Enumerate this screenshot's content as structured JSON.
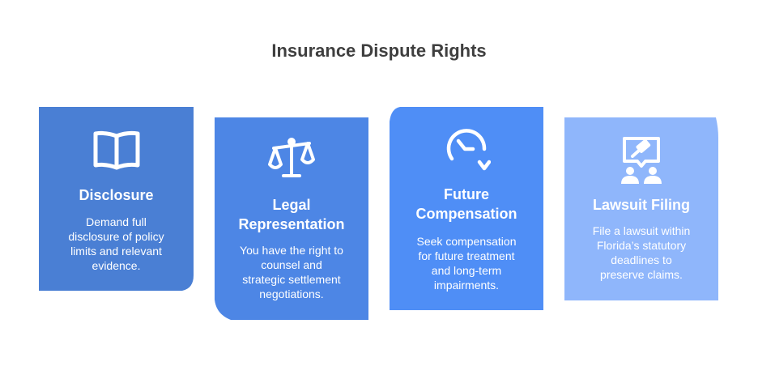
{
  "diagram": {
    "title": "Insurance Dispute Rights",
    "cards": [
      {
        "heading": "Disclosure",
        "description": "Demand full\ndisclosure of policy\nlimits and relevant\nevidence.",
        "icon": "book-icon",
        "color": "#4a7fd4"
      },
      {
        "heading": "Legal\nRepresentation",
        "description": "You have the right to\ncounsel and\nstrategic settlement\nnegotiations.",
        "icon": "scales-icon",
        "color": "#4d86e5"
      },
      {
        "heading": "Future\nCompensation",
        "description": "Seek compensation\nfor future treatment\nand long-term\nimpairments.",
        "icon": "clock-arrow-icon",
        "color": "#4f8ef6"
      },
      {
        "heading": "Lawsuit Filing",
        "description": "File a lawsuit within\nFlorida’s statutory\ndeadlines to\npreserve claims.",
        "icon": "gavel-presentation-icon",
        "color": "#8fb6fb"
      }
    ]
  }
}
